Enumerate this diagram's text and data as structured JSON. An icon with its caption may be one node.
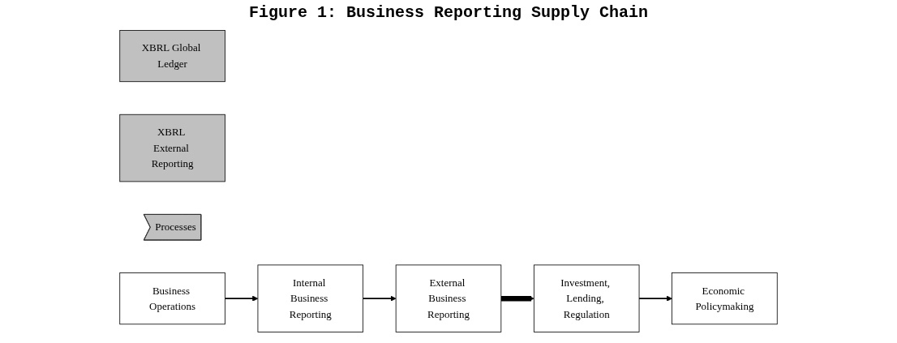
{
  "diagram": {
    "title": "Figure 1: Business Reporting Supply Chain",
    "nodes": [
      {
        "text": [
          "XBRL Global Ledger"
        ]
      },
      {
        "text": [
          "XBRL External Reporting"
        ]
      },
      {
        "text": [
          "Processes"
        ]
      },
      {
        "text": [
          "Business Operations"
        ]
      },
      {
        "text": [
          "Internal Business Reporting"
        ]
      },
      {
        "text": [
          "External Business Reporting"
        ]
      },
      {
        "text": [
          "Investment, Lending, Regulation"
        ]
      },
      {
        "text": [
          "Economic Policymaking"
        ]
      }
    ],
    "edges": [
      {
        "from": 3,
        "to": 4,
        "arrow": "to"
      },
      {
        "from": 4,
        "to": 5,
        "arrow": "to"
      },
      {
        "from": 5,
        "to": 6,
        "arrow": "to",
        "style": "thick"
      },
      {
        "from": 6,
        "to": 7,
        "arrow": "to"
      }
    ]
  }
}
